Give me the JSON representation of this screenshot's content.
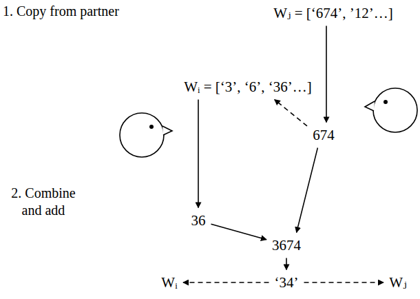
{
  "diagram": {
    "nodes": [
      {
        "text": [
          "Wⱼ = [‘674’, ’12’…]"
        ]
      },
      {
        "text": [
          "Wᵢ = [‘3’, ‘6’, ‘36’…]"
        ]
      },
      {
        "text": [
          "674"
        ]
      },
      {
        "text": [
          "36"
        ]
      },
      {
        "text": [
          "3674"
        ]
      },
      {
        "text": [
          "‘34’"
        ]
      },
      {
        "text": [
          "Wᵢ"
        ]
      },
      {
        "text": [
          "Wⱼ"
        ]
      }
    ],
    "edges": [
      {
        "from": 0,
        "to": 2,
        "arrow": "to"
      },
      {
        "from": 2,
        "to": 1,
        "arrow": "to"
      },
      {
        "from": 1,
        "to": 3,
        "arrow": "to"
      },
      {
        "from": 2,
        "to": 4,
        "arrow": "to"
      },
      {
        "from": 3,
        "to": 4,
        "arrow": "to"
      },
      {
        "from": 4,
        "to": 5,
        "arrow": "to"
      },
      {
        "from": 5,
        "to": 6,
        "arrow": "to"
      },
      {
        "from": 5,
        "to": 7,
        "arrow": "to"
      }
    ],
    "labels": [
      "1. Copy from partner",
      "2. Combine and add"
    ]
  }
}
